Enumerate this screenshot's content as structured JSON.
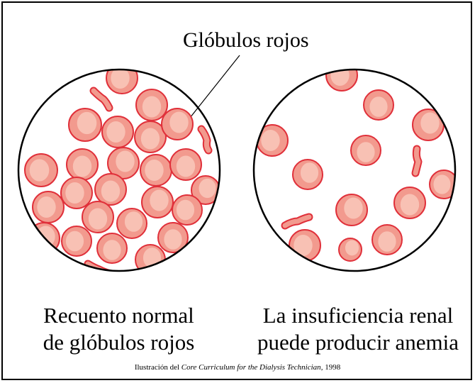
{
  "diagram": {
    "label": "Glóbulos rojos",
    "left_caption": [
      "Recuento normal",
      "de glóbulos rojos"
    ],
    "right_caption": [
      "La insuficiencia renal",
      "puede producir anemia"
    ],
    "credit": {
      "prefix": "Ilustración del",
      "title": "Core Curriculum for the Dialysis Technician",
      "suffix": ", 1998"
    }
  },
  "colors": {
    "cell_fill": "#f29a8e",
    "cell_center": "#f8c1b4",
    "cell_outline": "#e0303a",
    "circle_outline": "#000000"
  }
}
